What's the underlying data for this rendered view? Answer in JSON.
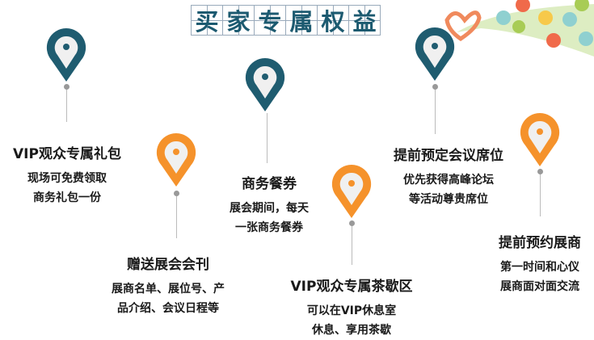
{
  "title_chars": [
    "买",
    "家",
    "专",
    "属",
    "权",
    "益"
  ],
  "colors": {
    "teal": "#1f5c70",
    "orange": "#f5922b"
  },
  "benefits": [
    {
      "title": "VIP观众专属礼包",
      "lines": [
        "现场可免费领取",
        "商务礼包一份"
      ]
    },
    {
      "title": "赠送展会会刊",
      "lines": [
        "展商名单、展位号、产",
        "品介绍、会议日程等"
      ]
    },
    {
      "title": "商务餐券",
      "lines": [
        "展会期间，每天",
        "一张商务餐券"
      ]
    },
    {
      "title": "VIP观众专属茶歇区",
      "lines": [
        "可以在VIP休息室",
        "休息、享用茶歇"
      ]
    },
    {
      "title": "提前预定会议席位",
      "lines": [
        "优先获得高峰论坛",
        "等活动尊贵席位"
      ]
    },
    {
      "title": "提前预约展商",
      "lines": [
        "第一时间和心仪",
        "展商面对面交流"
      ]
    }
  ]
}
